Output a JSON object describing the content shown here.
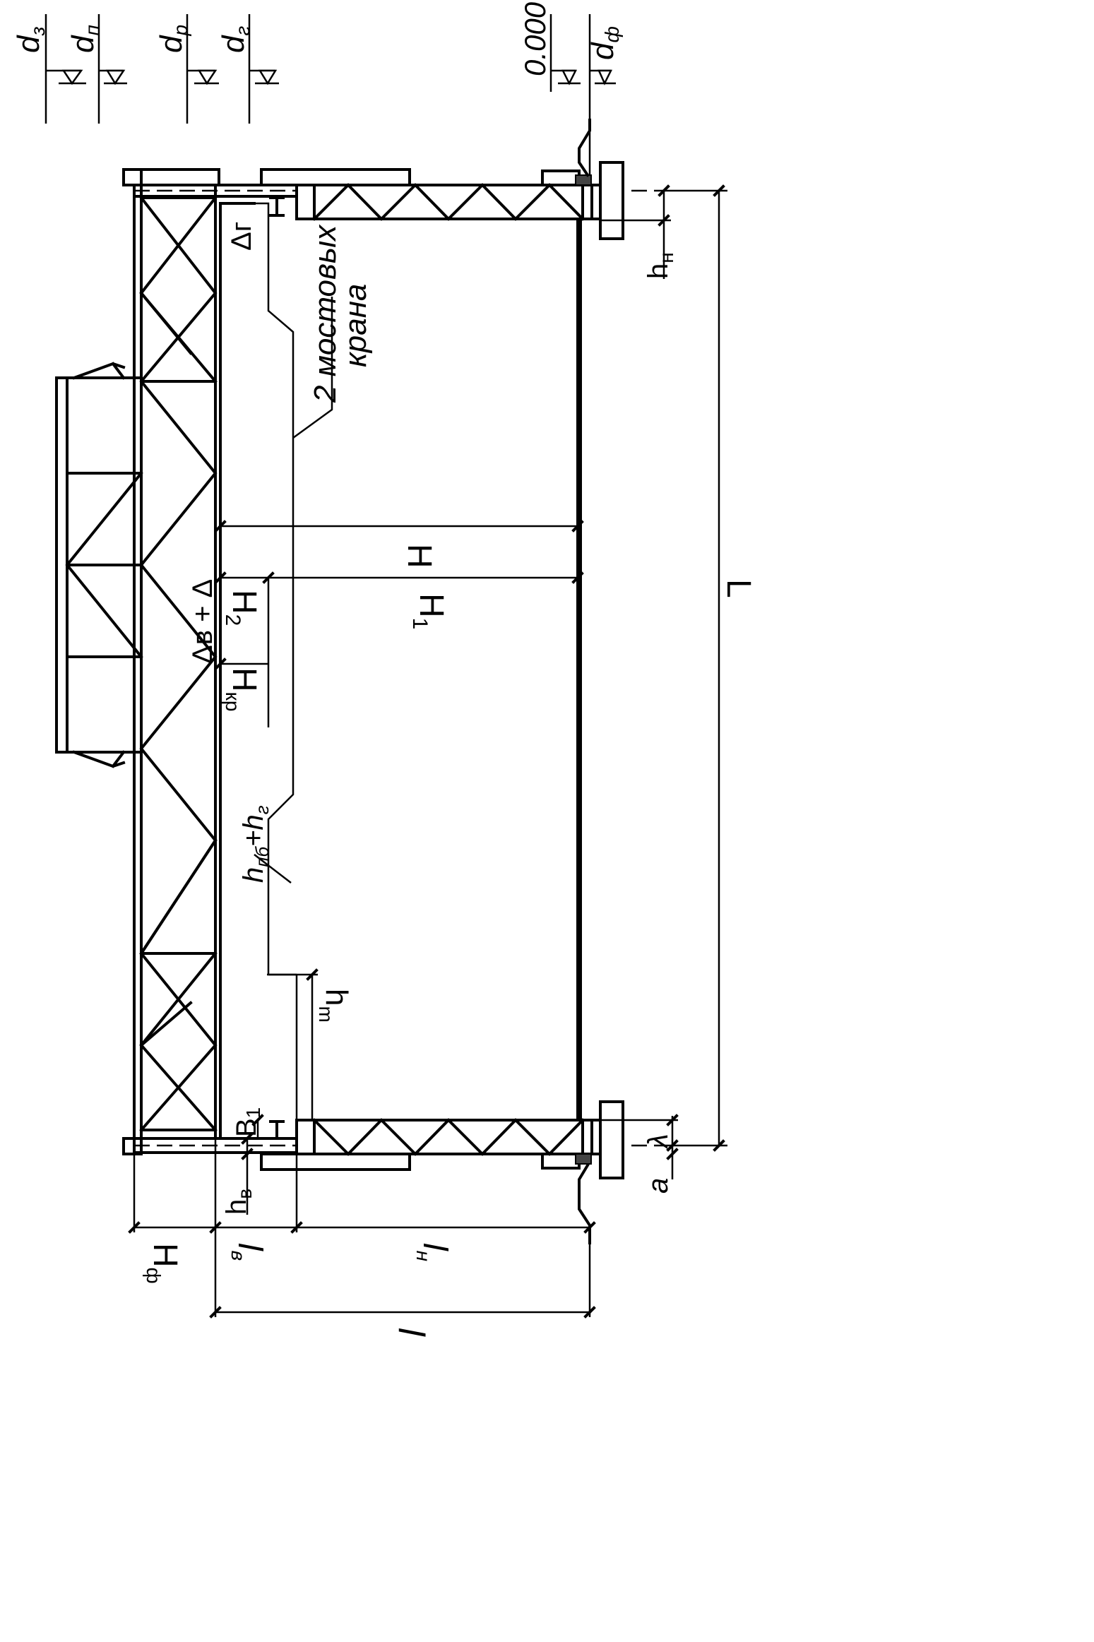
{
  "labels": {
    "d_z": "d",
    "d_z_sub": "з",
    "d_p": "d",
    "d_p_sub": "п",
    "d_r": "d",
    "d_r_sub": "р",
    "d_g": "d",
    "d_g_sub": "г",
    "zero_level": "0.000",
    "d_f": "d",
    "d_f_sub": "ф",
    "crane_line1": "2 мостовых",
    "crane_line2": "крана",
    "H": "H",
    "H1": "H",
    "H1_sub": "1",
    "H2": "H",
    "H2_sub": "2",
    "Hkr": "H",
    "Hkr_sub": "кр",
    "delta_v": "Δв + Δ",
    "delta_g": "Δг",
    "h_pb": "h",
    "h_pb_sub": "пб",
    "h_pb_plus": "+h",
    "h_r_sub": "г",
    "h_m": "h",
    "h_m_sub": "m",
    "B1": "B",
    "B1_sub": "1",
    "h_v": "h",
    "h_v_sub": "в",
    "h_n": "h",
    "h_n_sub": "н",
    "a": "a",
    "lambda": "λ",
    "L": "L",
    "H_f": "H",
    "H_f_sub": "ф",
    "l_v": "l",
    "l_v_sub": "в",
    "l_n": "l",
    "l_n_sub": "н",
    "l": "l"
  }
}
